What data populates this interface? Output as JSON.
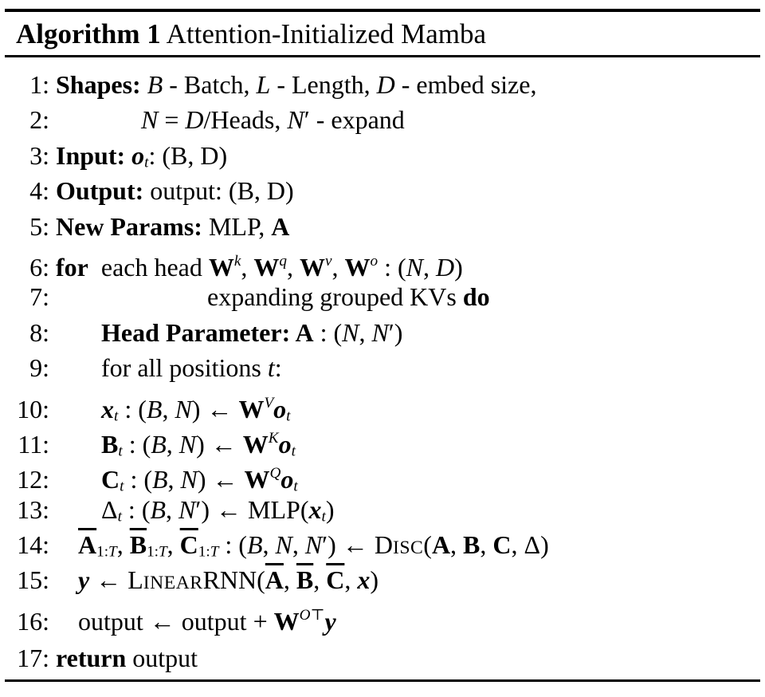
{
  "colors": {
    "text": "#000000",
    "background": "#ffffff",
    "rule": "#000000"
  },
  "header": {
    "label": "Algorithm 1",
    "title": " Attention-Initialized Mamba"
  },
  "algorithm": {
    "lines": [
      {
        "num": "1:",
        "indent": "0",
        "segments": [
          {
            "t": "Shapes: ",
            "s": "b"
          },
          {
            "t": "B",
            "s": "i"
          },
          {
            "t": " - Batch, ",
            "s": ""
          },
          {
            "t": "L",
            "s": "i"
          },
          {
            "t": " - Length, ",
            "s": ""
          },
          {
            "t": "D",
            "s": "i"
          },
          {
            "t": " - embed size,",
            "s": ""
          }
        ]
      },
      {
        "num": "2:",
        "indent": "c1",
        "segments": [
          {
            "t": "N",
            "s": "i"
          },
          {
            "t": " = ",
            "s": ""
          },
          {
            "t": "D",
            "s": "i"
          },
          {
            "t": "/Heads, ",
            "s": ""
          },
          {
            "t": "N",
            "s": "i"
          },
          {
            "t": "′",
            "s": ""
          },
          {
            "t": " - expand",
            "s": ""
          }
        ]
      },
      {
        "num": "3:",
        "indent": "0",
        "segments": [
          {
            "t": "Input: ",
            "s": "b"
          },
          {
            "t": "o",
            "s": "bi"
          },
          {
            "t": "t",
            "s": "sub i"
          },
          {
            "t": ": (B, D)",
            "s": ""
          }
        ]
      },
      {
        "num": "4:",
        "indent": "0",
        "segments": [
          {
            "t": "Output: ",
            "s": "b"
          },
          {
            "t": "output: (B, D)",
            "s": ""
          }
        ]
      },
      {
        "num": "5:",
        "indent": "0",
        "segments": [
          {
            "t": "New Params: ",
            "s": "b"
          },
          {
            "t": "MLP, ",
            "s": ""
          },
          {
            "t": "A",
            "s": "b"
          }
        ]
      },
      {
        "num": "6:",
        "indent": "0",
        "segments": [
          {
            "t": "for",
            "s": "b"
          },
          {
            "t": "  each head ",
            "s": ""
          },
          {
            "t": "W",
            "s": "b"
          },
          {
            "t": "k",
            "s": "sup i"
          },
          {
            "t": ", ",
            "s": ""
          },
          {
            "t": "W",
            "s": "b"
          },
          {
            "t": "q",
            "s": "sup i"
          },
          {
            "t": ", ",
            "s": ""
          },
          {
            "t": "W",
            "s": "b"
          },
          {
            "t": "v",
            "s": "sup i"
          },
          {
            "t": ", ",
            "s": ""
          },
          {
            "t": "W",
            "s": "b"
          },
          {
            "t": "o",
            "s": "sup i"
          },
          {
            "t": " : (",
            "s": ""
          },
          {
            "t": "N",
            "s": "i"
          },
          {
            "t": ", ",
            "s": ""
          },
          {
            "t": "D",
            "s": "i"
          },
          {
            "t": ")",
            "s": ""
          }
        ]
      },
      {
        "num": "7:",
        "indent": "c2",
        "segments": [
          {
            "t": "expanding grouped KVs ",
            "s": ""
          },
          {
            "t": "do",
            "s": "b"
          }
        ]
      },
      {
        "num": "8:",
        "indent": "2",
        "segments": [
          {
            "t": "Head Parameter: ",
            "s": "b"
          },
          {
            "t": "A",
            "s": "b"
          },
          {
            "t": " : (",
            "s": ""
          },
          {
            "t": "N",
            "s": "i"
          },
          {
            "t": ", ",
            "s": ""
          },
          {
            "t": "N",
            "s": "i"
          },
          {
            "t": "′",
            "s": ""
          },
          {
            "t": ")",
            "s": ""
          }
        ]
      },
      {
        "num": "9:",
        "indent": "2",
        "segments": [
          {
            "t": "for all positions ",
            "s": ""
          },
          {
            "t": "t",
            "s": "i"
          },
          {
            "t": ":",
            "s": ""
          }
        ]
      },
      {
        "num": "10:",
        "indent": "2",
        "segments": [
          {
            "t": "x",
            "s": "bi"
          },
          {
            "t": "t",
            "s": "sub i"
          },
          {
            "t": " : (",
            "s": ""
          },
          {
            "t": "B",
            "s": "i"
          },
          {
            "t": ", ",
            "s": ""
          },
          {
            "t": "N",
            "s": "i"
          },
          {
            "t": ") ← ",
            "s": ""
          },
          {
            "t": "W",
            "s": "b"
          },
          {
            "t": "V",
            "s": "sup i"
          },
          {
            "t": "o",
            "s": "bi"
          },
          {
            "t": "t",
            "s": "sub i"
          }
        ]
      },
      {
        "num": "11:",
        "indent": "2",
        "segments": [
          {
            "t": "B",
            "s": "b"
          },
          {
            "t": "t",
            "s": "sub i"
          },
          {
            "t": " : (",
            "s": ""
          },
          {
            "t": "B",
            "s": "i"
          },
          {
            "t": ", ",
            "s": ""
          },
          {
            "t": "N",
            "s": "i"
          },
          {
            "t": ") ← ",
            "s": ""
          },
          {
            "t": "W",
            "s": "b"
          },
          {
            "t": "K",
            "s": "sup i"
          },
          {
            "t": "o",
            "s": "bi"
          },
          {
            "t": "t",
            "s": "sub i"
          }
        ]
      },
      {
        "num": "12:",
        "indent": "2",
        "segments": [
          {
            "t": "C",
            "s": "b"
          },
          {
            "t": "t",
            "s": "sub i"
          },
          {
            "t": " : (",
            "s": ""
          },
          {
            "t": "B",
            "s": "i"
          },
          {
            "t": ", ",
            "s": ""
          },
          {
            "t": "N",
            "s": "i"
          },
          {
            "t": ") ← ",
            "s": ""
          },
          {
            "t": "W",
            "s": "b"
          },
          {
            "t": "Q",
            "s": "sup i"
          },
          {
            "t": "o",
            "s": "bi"
          },
          {
            "t": "t",
            "s": "sub i"
          }
        ]
      },
      {
        "num": "13:",
        "indent": "2",
        "segments": [
          {
            "t": "Δ",
            "s": ""
          },
          {
            "t": "t",
            "s": "sub i"
          },
          {
            "t": " : (",
            "s": ""
          },
          {
            "t": "B",
            "s": "i"
          },
          {
            "t": ", ",
            "s": ""
          },
          {
            "t": "N",
            "s": "i"
          },
          {
            "t": "′",
            "s": ""
          },
          {
            "t": ") ← MLP(",
            "s": ""
          },
          {
            "t": "x",
            "s": "bi"
          },
          {
            "t": "t",
            "s": "sub i"
          },
          {
            "t": ")",
            "s": ""
          }
        ]
      },
      {
        "num": "14:",
        "indent": "1",
        "segments": [
          {
            "t": "A",
            "s": "b ov"
          },
          {
            "t": "1:",
            "s": "sub"
          },
          {
            "t": "T",
            "s": "sub i"
          },
          {
            "t": ", ",
            "s": ""
          },
          {
            "t": "B",
            "s": "b ov"
          },
          {
            "t": "1:",
            "s": "sub"
          },
          {
            "t": "T",
            "s": "sub i"
          },
          {
            "t": ", ",
            "s": ""
          },
          {
            "t": "C",
            "s": "b ov"
          },
          {
            "t": "1:",
            "s": "sub"
          },
          {
            "t": "T",
            "s": "sub i"
          },
          {
            "t": " : (",
            "s": ""
          },
          {
            "t": "B",
            "s": "i"
          },
          {
            "t": ", ",
            "s": ""
          },
          {
            "t": "N",
            "s": "i"
          },
          {
            "t": ", ",
            "s": ""
          },
          {
            "t": "N",
            "s": "i"
          },
          {
            "t": "′",
            "s": ""
          },
          {
            "t": ") ← ",
            "s": ""
          },
          {
            "t": "D",
            "s": ""
          },
          {
            "t": "ISC",
            "s": "sc"
          },
          {
            "t": "(",
            "s": ""
          },
          {
            "t": "A",
            "s": "b"
          },
          {
            "t": ", ",
            "s": ""
          },
          {
            "t": "B",
            "s": "b"
          },
          {
            "t": ", ",
            "s": ""
          },
          {
            "t": "C",
            "s": "b"
          },
          {
            "t": ", Δ)",
            "s": ""
          }
        ]
      },
      {
        "num": "15:",
        "indent": "1",
        "segments": [
          {
            "t": "y",
            "s": "bi"
          },
          {
            "t": " ← ",
            "s": ""
          },
          {
            "t": "L",
            "s": ""
          },
          {
            "t": "INEAR",
            "s": "sc"
          },
          {
            "t": "RNN(",
            "s": ""
          },
          {
            "t": "A",
            "s": "b ov"
          },
          {
            "t": ", ",
            "s": ""
          },
          {
            "t": "B",
            "s": "b ov"
          },
          {
            "t": ", ",
            "s": ""
          },
          {
            "t": "C",
            "s": "b ov"
          },
          {
            "t": ", ",
            "s": ""
          },
          {
            "t": "x",
            "s": "bi"
          },
          {
            "t": ")",
            "s": ""
          }
        ]
      },
      {
        "num": "16:",
        "indent": "1",
        "segments": [
          {
            "t": "output ← output + ",
            "s": ""
          },
          {
            "t": "W",
            "s": "b"
          },
          {
            "t": "O",
            "s": "sup i"
          },
          {
            "t": "⊤",
            "s": "sup"
          },
          {
            "t": "y",
            "s": "bi"
          }
        ]
      },
      {
        "num": "17:",
        "indent": "0",
        "gap_before": true,
        "segments": [
          {
            "t": "return",
            "s": "b"
          },
          {
            "t": " output",
            "s": ""
          }
        ]
      }
    ]
  }
}
